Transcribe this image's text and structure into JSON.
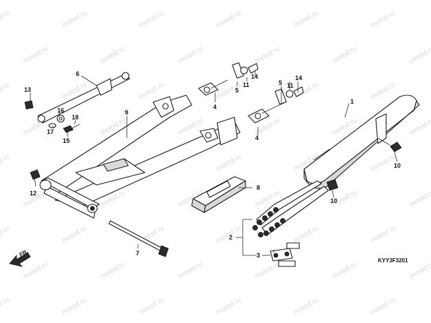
{
  "watermark": "motod.ru",
  "diagram_code": "KYY3F3201",
  "front_label": "FR.",
  "callouts": {
    "c1": "1",
    "c2": "2",
    "c3": "3",
    "c4a": "4",
    "c4b": "4",
    "c5a": "5",
    "c5b": "5",
    "c6": "6",
    "c7": "7",
    "c8": "8",
    "c9": "9",
    "c10a": "10",
    "c10b": "10",
    "c11a": "11",
    "c11b": "11",
    "c12": "12",
    "c13": "13",
    "c14a": "14",
    "c14b": "14",
    "c15": "15",
    "c16": "16",
    "c17": "17",
    "c18": "18"
  }
}
